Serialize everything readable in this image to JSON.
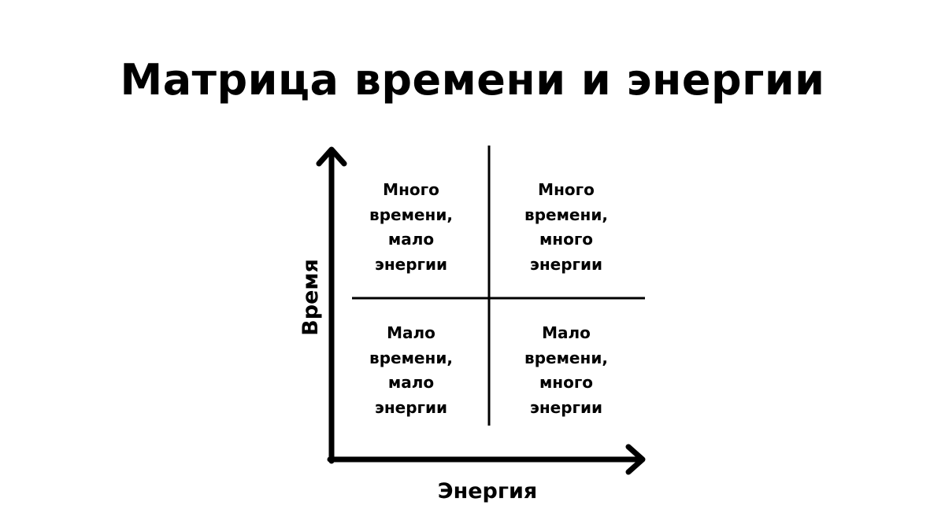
{
  "title": "Матрица времени и энергии",
  "axes": {
    "x_label": "Энергия",
    "y_label": "Время"
  },
  "quadrants": {
    "top_left": [
      "Много",
      "времени,",
      "мало",
      "энергии"
    ],
    "top_right": [
      "Много",
      "времени,",
      "много",
      "энергии"
    ],
    "bottom_left": [
      "Мало",
      "времени,",
      "мало",
      "энергии"
    ],
    "bottom_right": [
      "Мало",
      "времени,",
      "много",
      "энергии"
    ]
  },
  "colors": {
    "background": "#ffffff",
    "ink": "#000000"
  }
}
